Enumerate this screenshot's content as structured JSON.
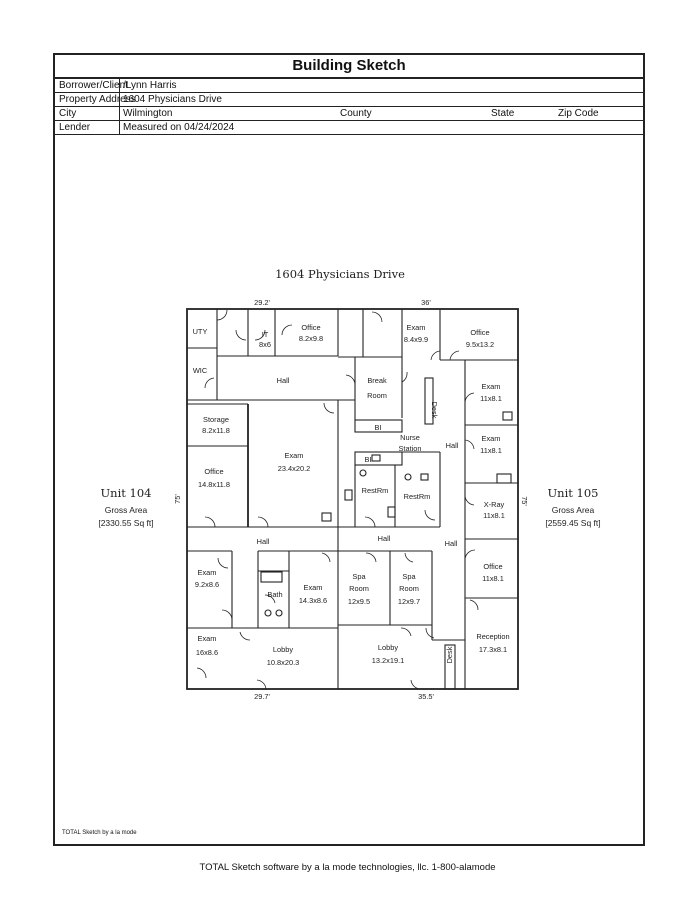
{
  "header": {
    "title": "Building Sketch",
    "borrower_label": "Borrower/Client",
    "borrower_value": "/Lynn Harris",
    "address_label": "Property Address",
    "address_value": "1604 Physicians Drive",
    "city_label": "City",
    "city_value": "Wilmington",
    "county_label": "County",
    "state_label": "State",
    "zip_label": "Zip Code",
    "lender_label": "Lender",
    "lender_value": "Measured on 04/24/2024"
  },
  "plan": {
    "title": "1604 Physicians Drive",
    "dimensions": {
      "top_left": "29.2'",
      "top_right": "36'",
      "bottom_left": "29.7'",
      "bottom_right": "35.5'",
      "left_side": "75'",
      "right_side": "75'"
    },
    "units": [
      {
        "name": "Unit 104",
        "area_label": "Gross Area",
        "area_value": "[2330.55 Sq ft]"
      },
      {
        "name": "Unit 105",
        "area_label": "Gross Area",
        "area_value": "[2559.45 Sq ft]"
      }
    ],
    "rooms": {
      "uty": "UTY",
      "it": "IT",
      "it_dim": "8x6",
      "office1": "Office",
      "office1_dim": "8.2x9.8",
      "exam_top": "Exam",
      "exam_top_dim": "8.4x9.9",
      "office_tr": "Office",
      "office_tr_dim": "9.5x13.2",
      "wic": "WIC",
      "hall_top": "Hall",
      "break": "Break",
      "break2": "Room",
      "exam_r1": "Exam",
      "exam_r1_dim": "11x8.1",
      "storage": "Storage",
      "storage_dim": "8.2x11.8",
      "bi1": "BI",
      "desk_top": "Desk",
      "nurse": "Nurse",
      "nurse2": "Station",
      "hall_right": "Hall",
      "exam_r2": "Exam",
      "exam_r2_dim": "11x8.1",
      "exam_big": "Exam",
      "exam_big_dim": "23.4x20.2",
      "bi2": "BI",
      "office_l": "Office",
      "office_l_dim": "14.8x11.8",
      "restrm1": "RestRm",
      "restrm2": "RestRm",
      "xray": "X-Ray",
      "xray_dim": "11x8.1",
      "hall_left": "Hall",
      "hall_mid": "Hall",
      "hall_right2": "Hall",
      "exam_l1": "Exam",
      "exam_l1_dim": "9.2x8.6",
      "bath": "Bath",
      "exam_mid": "Exam",
      "exam_mid_dim": "14.3x8.6",
      "spa1": "Spa",
      "spa1b": "Room",
      "spa1_dim": "12x9.5",
      "spa2": "Spa",
      "spa2b": "Room",
      "spa2_dim": "12x9.7",
      "office_r": "Office",
      "office_r_dim": "11x8.1",
      "exam_l2": "Exam",
      "exam_l2_dim": "16x8.6",
      "lobby_l": "Lobby",
      "lobby_l_dim": "10.8x20.3",
      "lobby_r": "Lobby",
      "lobby_r_dim": "13.2x19.1",
      "reception": "Reception",
      "reception_dim": "17.3x8.1",
      "desk_bottom": "Desk"
    }
  },
  "footer": {
    "sketch_credit": "TOTAL Sketch by a la mode",
    "software_credit": "TOTAL Sketch software by a la mode technologies, llc. 1-800-alamode"
  }
}
